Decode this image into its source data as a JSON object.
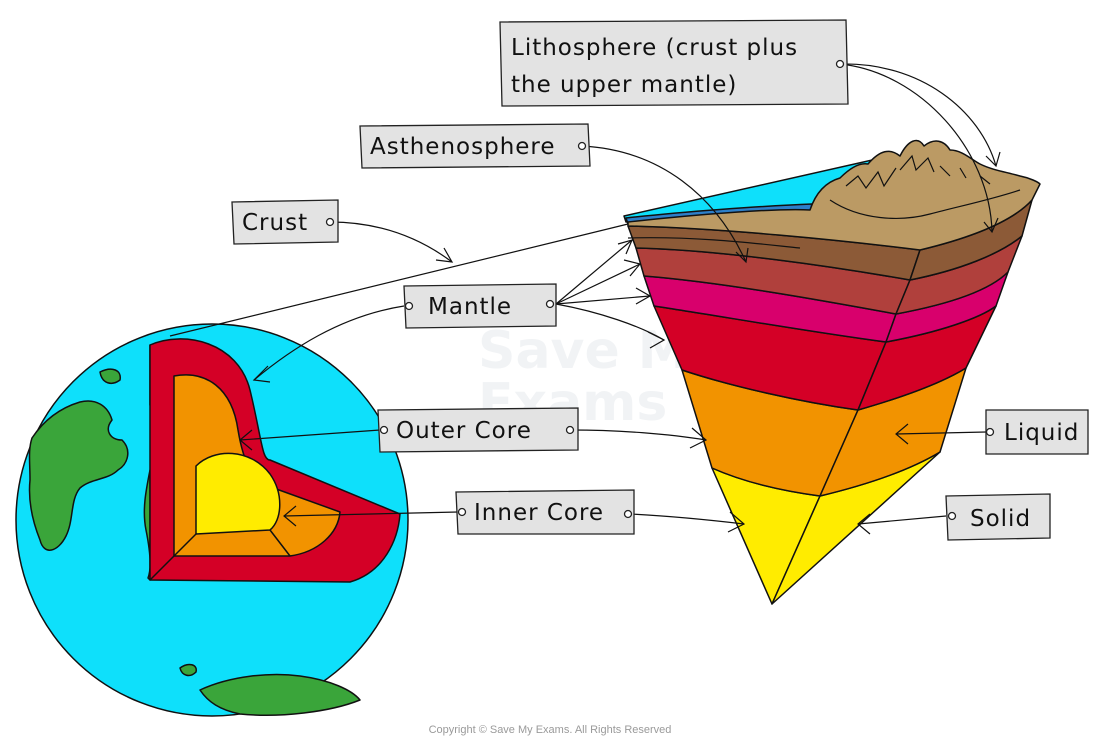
{
  "labels": {
    "lithosphere_line1": "Lithosphere (crust plus",
    "lithosphere_line2": "the upper mantle)",
    "asthenosphere": "Asthenosphere",
    "crust": "Crust",
    "mantle": "Mantle",
    "outer_core": "Outer Core",
    "inner_core": "Inner Core",
    "liquid": "Liquid",
    "solid": "Solid"
  },
  "watermark": {
    "line1": "Save My",
    "line2": "Exams"
  },
  "copyright": "Copyright © Save My Exams. All Rights Reserved",
  "colors": {
    "ocean": "#0ee0fb",
    "land": "#3aa53a",
    "crust_surface": "#bb9a64",
    "crust_layer": "#8c5a37",
    "upper_mantle": "#b0403c",
    "mantle_magenta": "#d8006c",
    "mantle_red": "#d40026",
    "outer_core": "#f29300",
    "inner_core": "#ffec00",
    "label_box": "#e3e3e3"
  }
}
